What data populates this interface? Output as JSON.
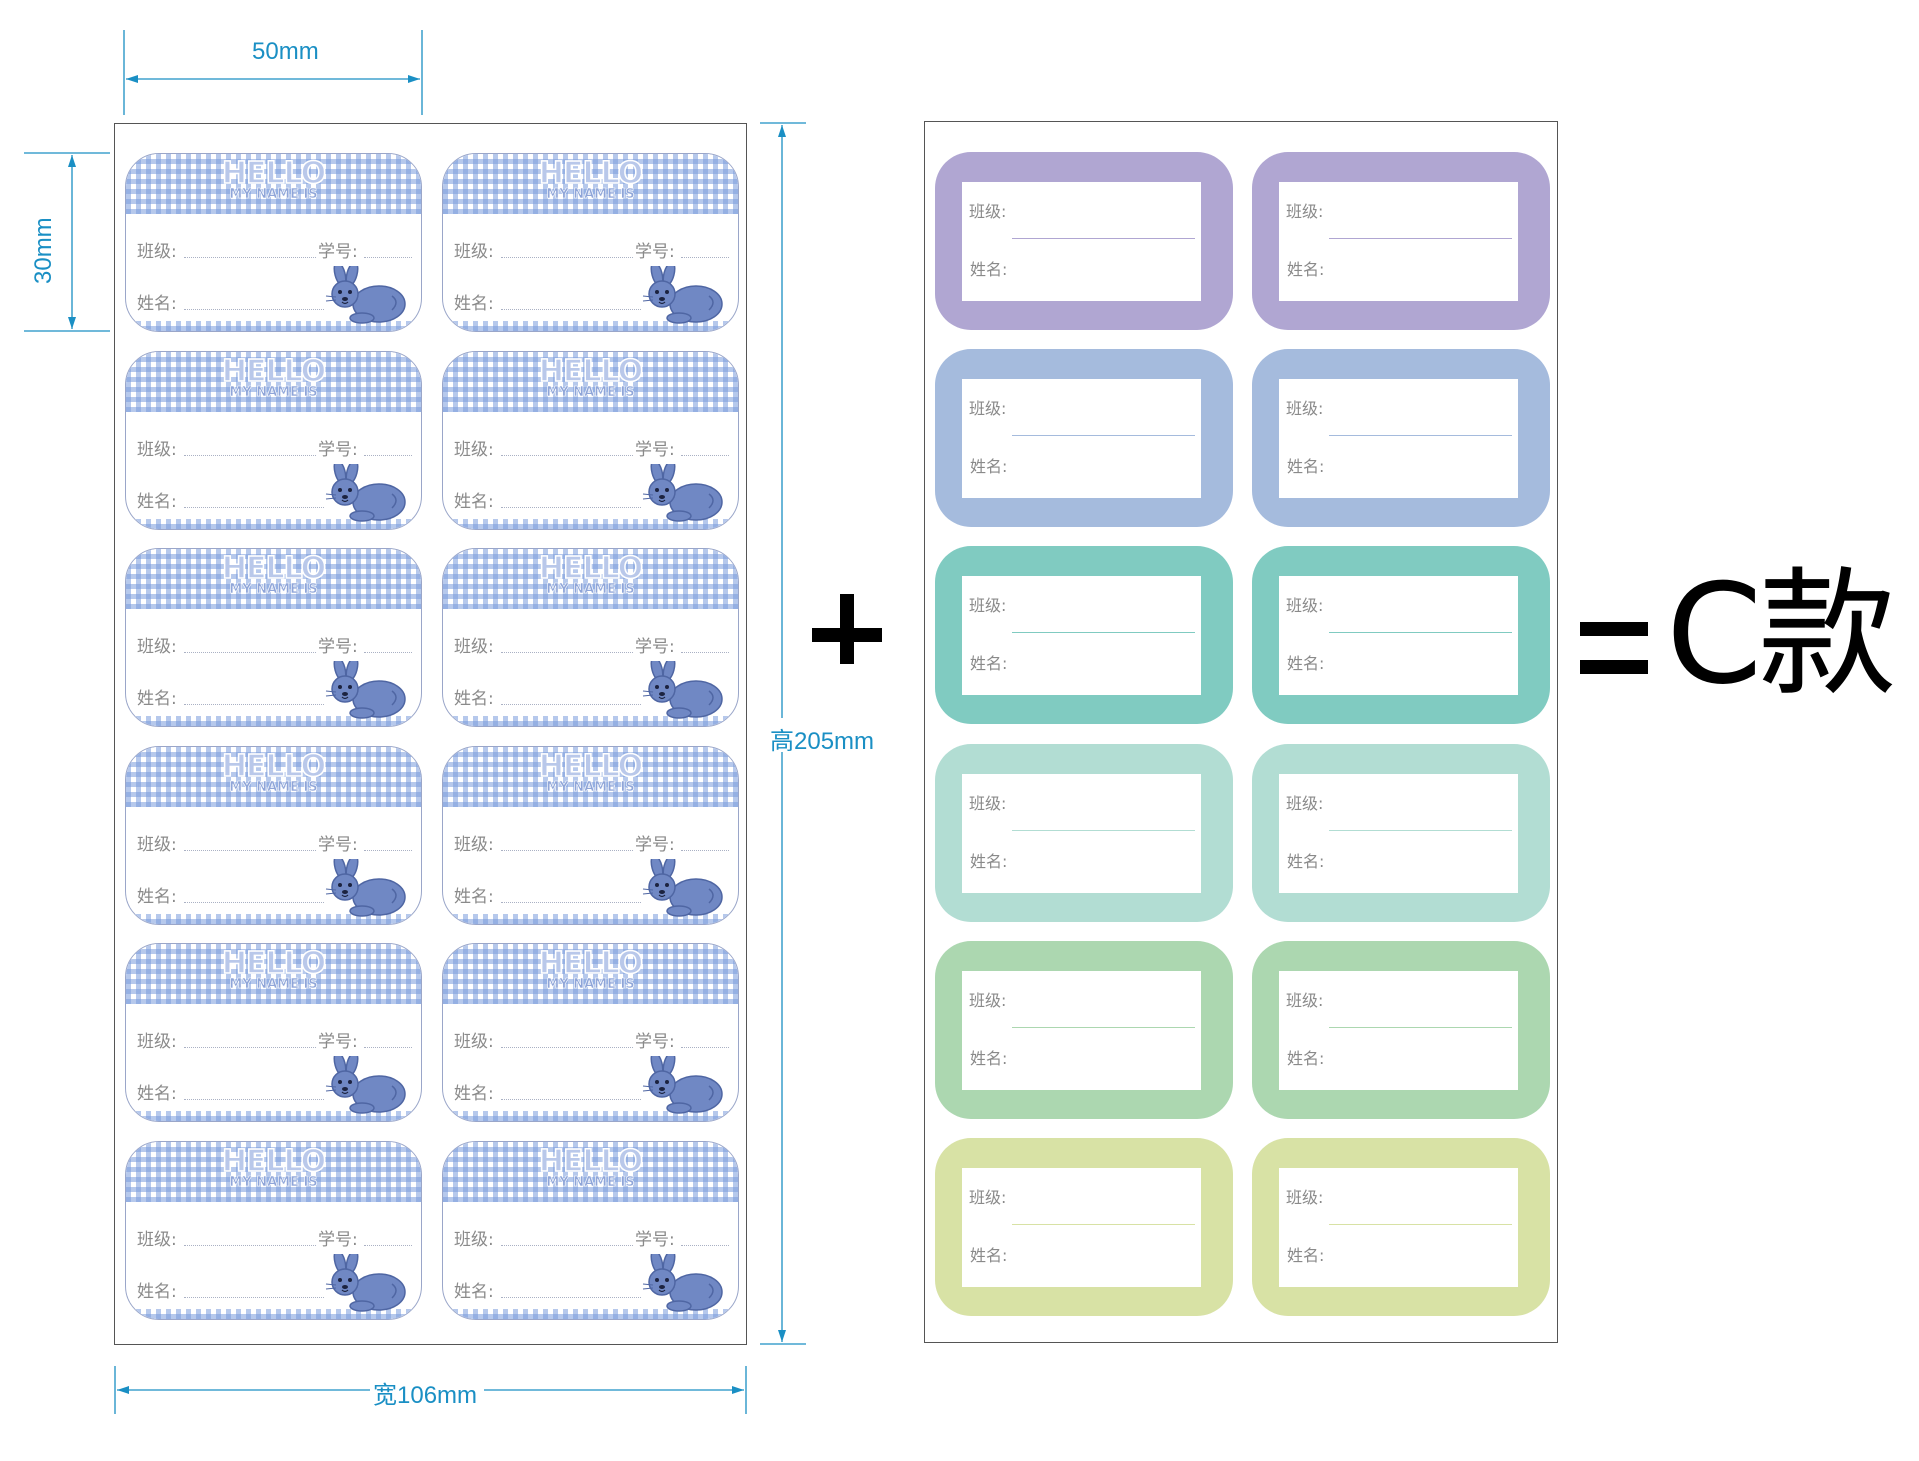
{
  "dimensions": {
    "label_width": "50mm",
    "label_height": "30mm",
    "sheet_height": "高205mm",
    "sheet_width": "宽106mm"
  },
  "colors": {
    "dimension_line": "#1a8fc4",
    "gingham": "#7a9cdc",
    "rabbit": "#7088c4"
  },
  "left_sheet": {
    "label": {
      "hello": "HELLO",
      "my_name_is": "MY NAME IS",
      "class_label": "班级:",
      "student_no_label": "学号:",
      "name_label": "姓名:",
      "decoration": "rabbit-icon"
    },
    "rows": 6,
    "columns": 2
  },
  "right_sheet": {
    "class_label": "班级:",
    "name_label": "姓名:",
    "row_colors": [
      "#b0a6d2",
      "#a5bbdd",
      "#80cbc1",
      "#b2ddd3",
      "#acd7b0",
      "#d8e2a5"
    ],
    "columns": 2
  },
  "operators": {
    "plus": "+",
    "equals": "=",
    "result": "C款"
  }
}
